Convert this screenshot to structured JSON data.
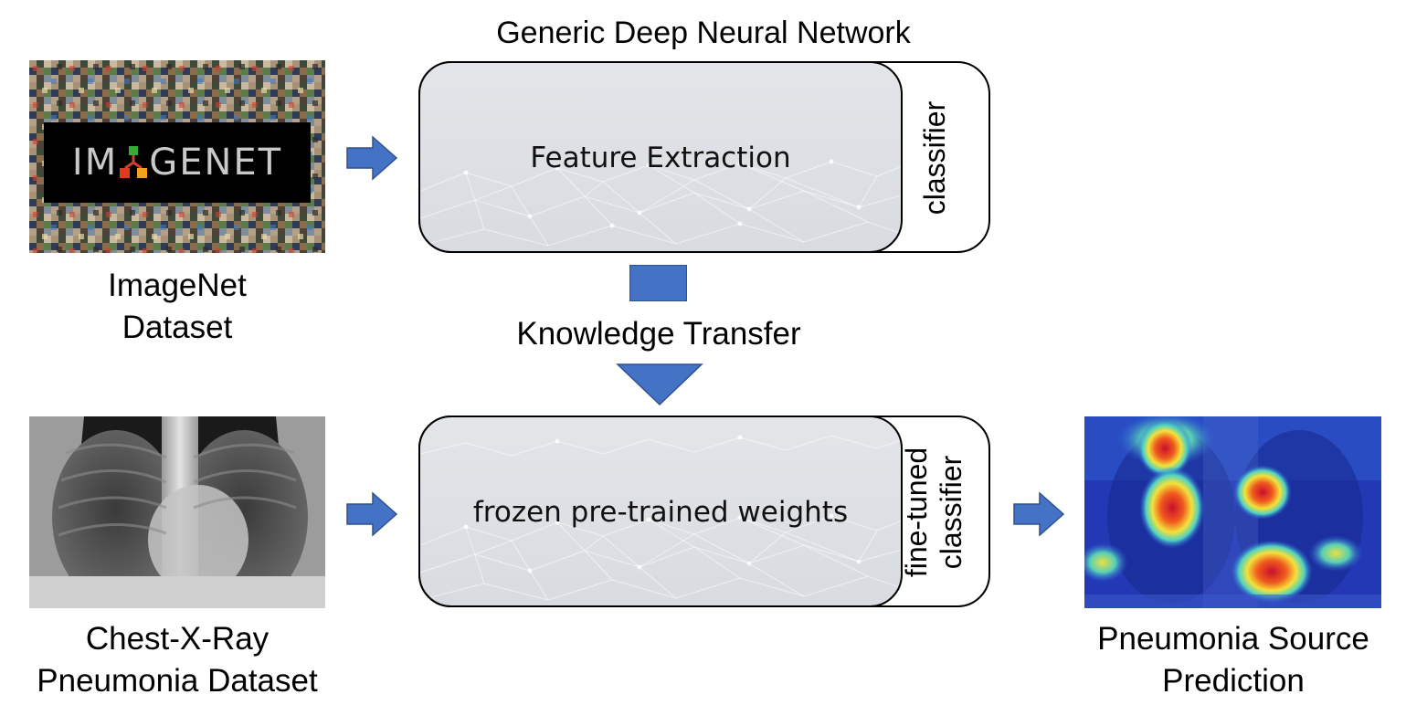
{
  "top_title": "Generic Deep Neural Network",
  "imagenet": {
    "logo_left": "IM",
    "logo_right": "GENET",
    "caption_line1": "ImageNet",
    "caption_line2": "Dataset"
  },
  "network_top": {
    "feature_text": "Feature Extraction",
    "classifier_text": "classifier"
  },
  "transfer": {
    "label": "Knowledge Transfer"
  },
  "xray": {
    "caption_line1": "Chest-X-Ray",
    "caption_line2": "Pneumonia Dataset"
  },
  "network_bottom": {
    "feature_text": "frozen pre-trained weights",
    "classifier_line1": "fine-tuned",
    "classifier_line2": "classifier"
  },
  "output": {
    "caption_line1": "Pneumonia Source",
    "caption_line2": "Prediction"
  },
  "colors": {
    "arrow": "#4472c4",
    "arrow_stroke": "#2f528f",
    "network_fill": "#dcdfe3",
    "logo_green": "#3aa935",
    "logo_red": "#e23a1f",
    "logo_orange": "#f0a21c"
  }
}
